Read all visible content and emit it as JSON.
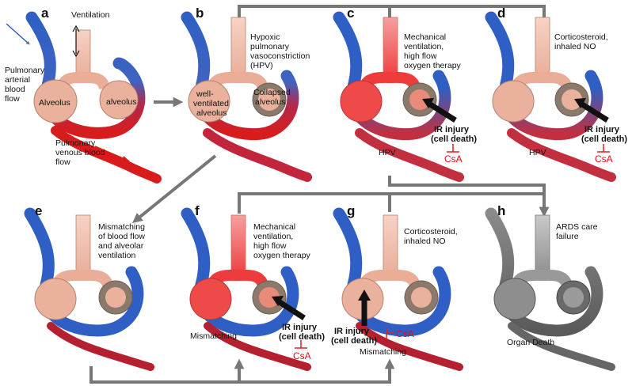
{
  "colors": {
    "vein_blue": "#2f5fc4",
    "artery_red": "#d81c1c",
    "airway": "#f2b8a6",
    "alveolus": "#eab19c",
    "collapsed": "#8b7a6b",
    "failure_gray": "#7a7a7a",
    "flow_arrow": "#777777",
    "csa_red": "#e02020"
  },
  "panels": {
    "a": {
      "letter": "a",
      "ventilation": "Ventilation",
      "pulmonary_arterial": [
        "Pulmonary",
        "arterial",
        "blood",
        "flow"
      ],
      "alveolus_left": "Alveolus",
      "alveolus_right": "alveolus",
      "pulmonary_venous": [
        "Pulmonary",
        "venous blood",
        "flow"
      ]
    },
    "b": {
      "letter": "b",
      "caption": [
        "Hypoxic",
        "pulmonary",
        "vasoconstriction",
        "(HPV)"
      ],
      "alveolus_left": [
        "well-",
        "ventilated",
        "alveolus"
      ],
      "alveolus_right": [
        "Collapsed",
        "alveolus"
      ]
    },
    "c": {
      "letter": "c",
      "caption": [
        "Mechanical",
        "ventilation,",
        "high flow",
        "oxygen therapy"
      ],
      "ir_injury": [
        "IR injury",
        "(cell death)"
      ],
      "csa": "CsA",
      "bottom": "HPV"
    },
    "d": {
      "letter": "d",
      "caption": [
        "Corticosteroid,",
        "inhaled NO"
      ],
      "ir_injury": [
        "IR injury",
        "(cell death)"
      ],
      "csa": "CsA",
      "bottom": "HPV"
    },
    "e": {
      "letter": "e",
      "caption": [
        "Mismatching",
        "of blood flow",
        "and alveolar",
        "ventilation"
      ]
    },
    "f": {
      "letter": "f",
      "caption": [
        "Mechanical",
        "ventilation,",
        "high flow",
        "oxygen therapy"
      ],
      "ir_injury": [
        "IR injury",
        "(cell death)"
      ],
      "csa": "CsA",
      "bottom": "Mismatching"
    },
    "g": {
      "letter": "g",
      "caption": [
        "Corticosteroid,",
        "inhaled NO"
      ],
      "ir_injury": [
        "IR injury",
        "(cell death)"
      ],
      "csa": "CsA",
      "bottom": "Mismatching"
    },
    "h": {
      "letter": "h",
      "caption": [
        "ARDS care",
        "failure"
      ],
      "bottom": "Organ Death"
    }
  }
}
